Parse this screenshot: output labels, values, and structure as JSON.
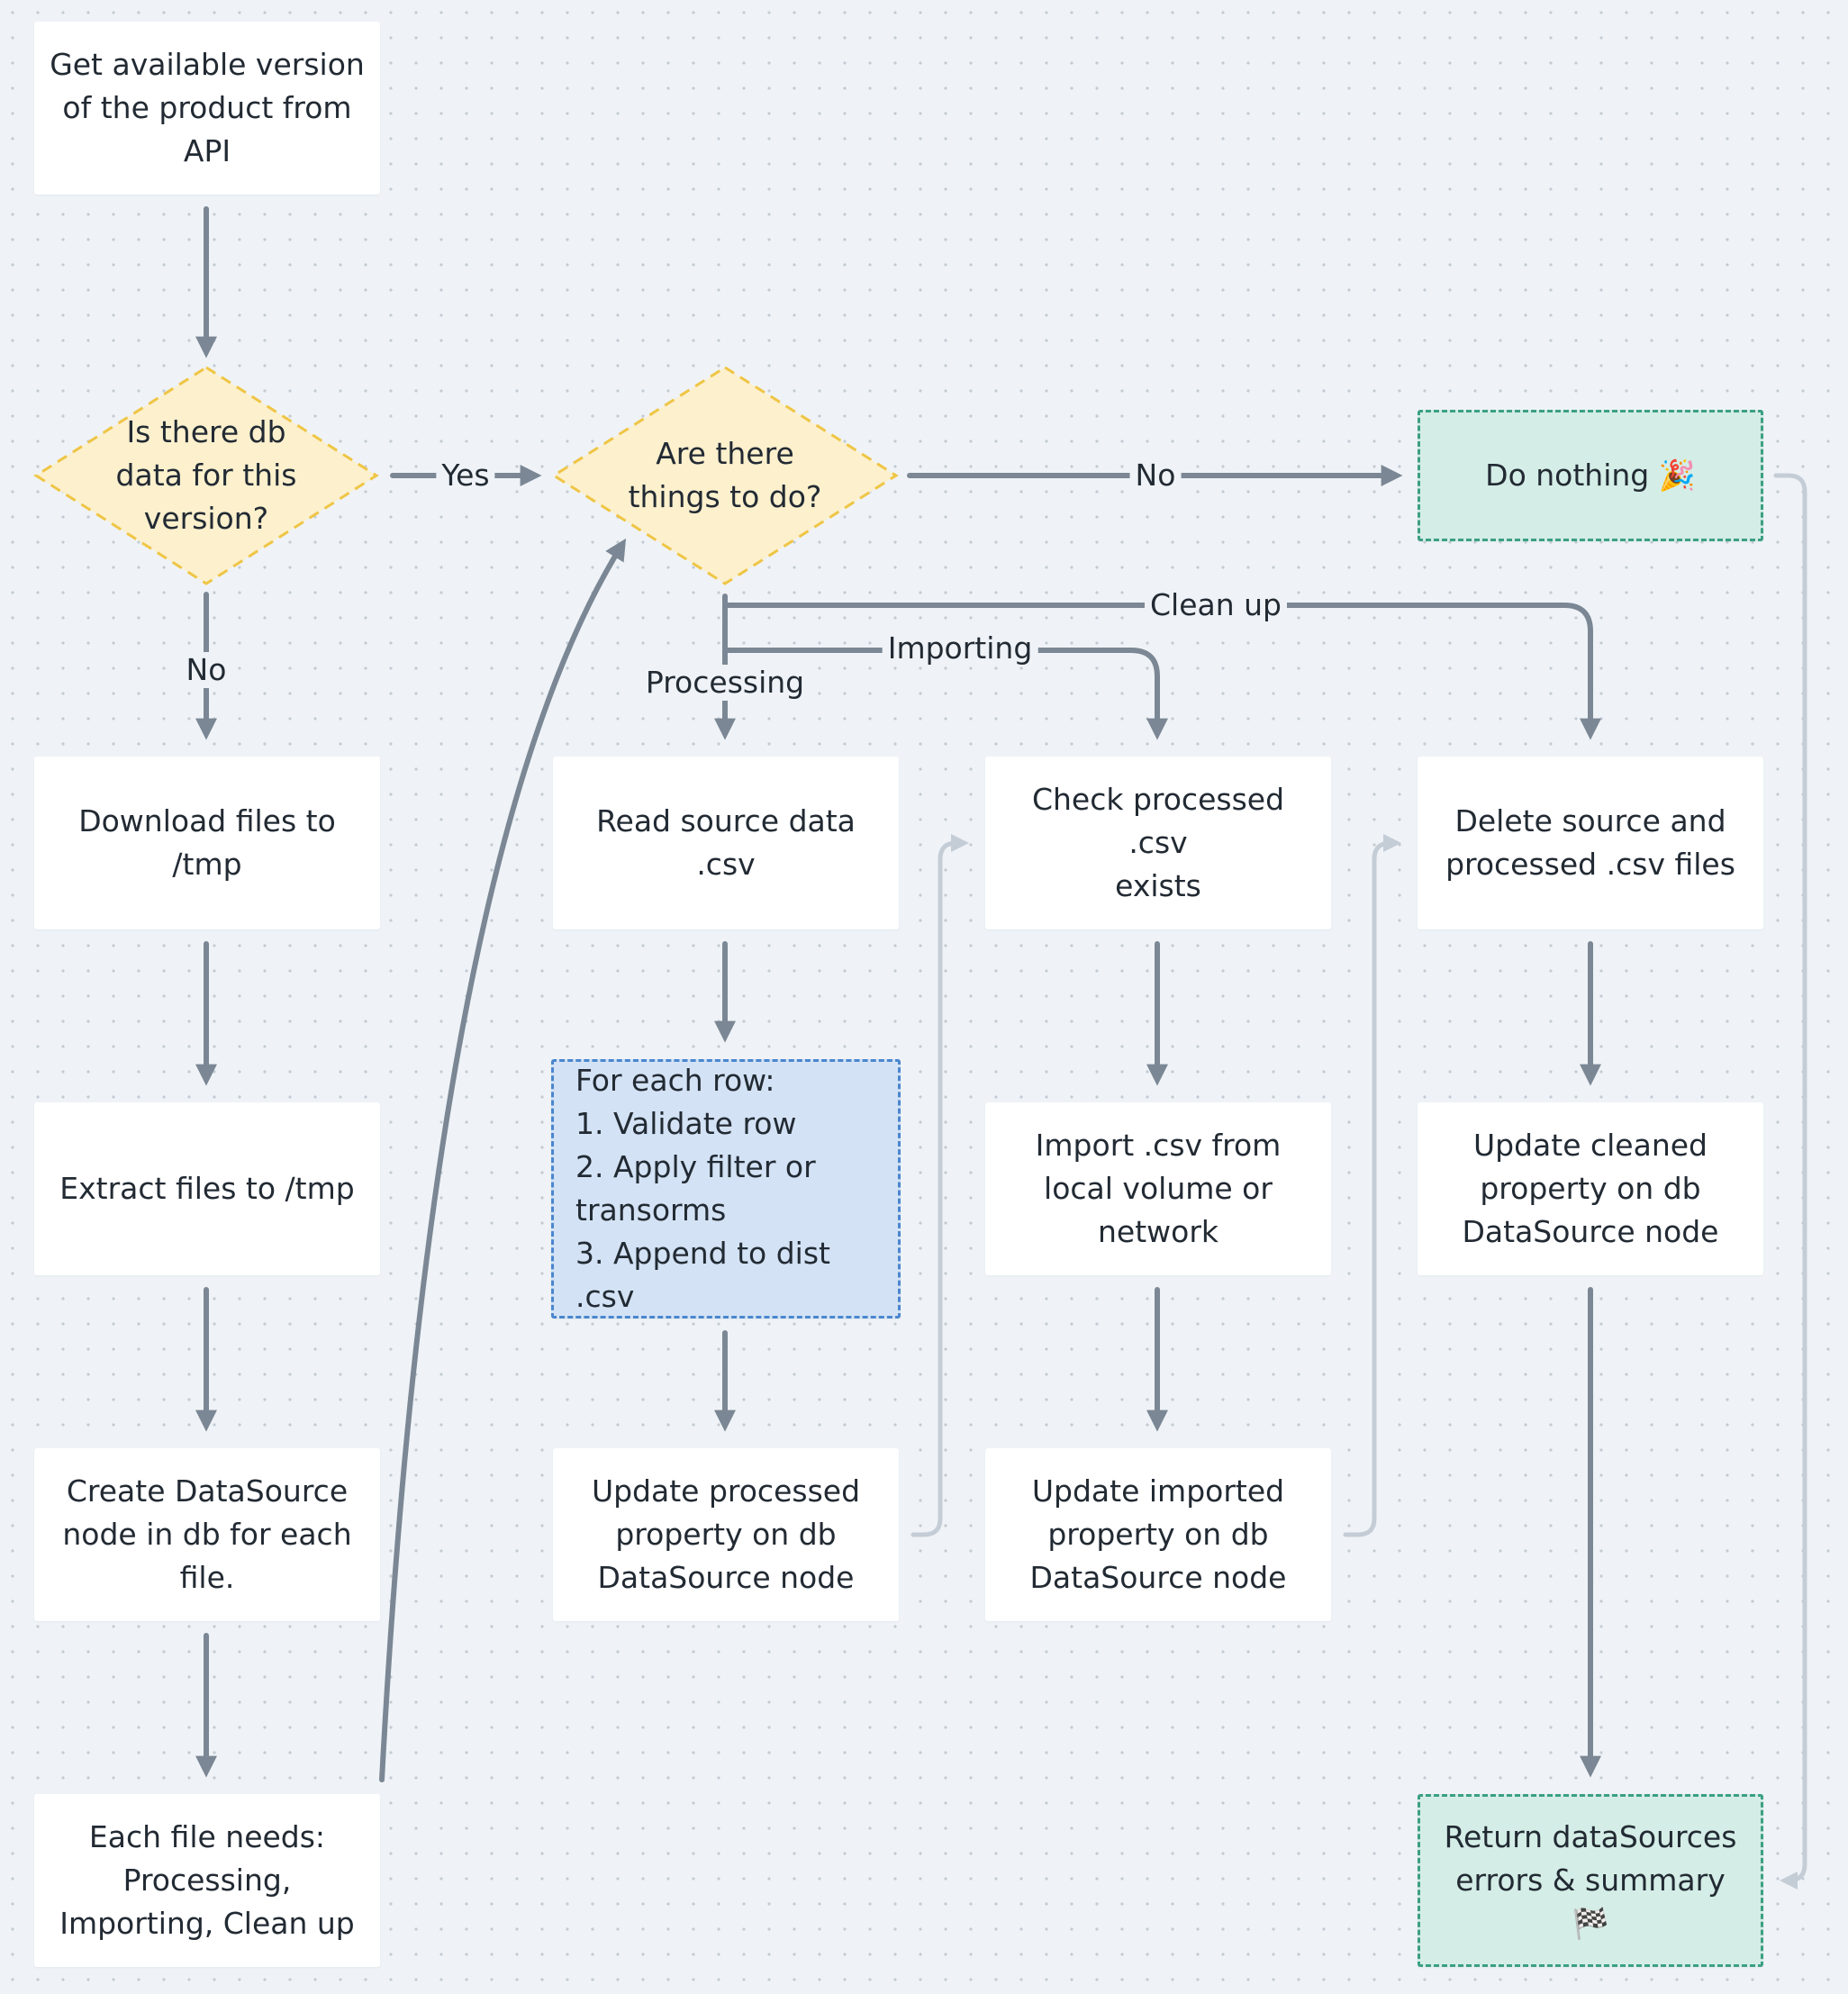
{
  "nodes": {
    "get_version": "Get available version\nof the product from\nAPI",
    "db_data_check": "Is there db\ndata for this\nversion?",
    "things_to_do": "Are there\nthings to do?",
    "do_nothing": "Do nothing 🎉",
    "download": "Download files to\n/tmp",
    "extract": "Extract files to /tmp",
    "create_datasource": "Create DataSource\nnode in db for each\nfile.",
    "each_file_needs": "Each file needs:\nProcessing,\nImporting, Clean up",
    "read_source": "Read source data\n.csv",
    "for_each_row": "For each row:\n1. Validate row\n2. Apply filter or\ntransorms\n3. Append to dist .csv",
    "update_processed": "Update processed\nproperty on db\nDataSource node",
    "check_processed": "Check processed .csv\nexists",
    "import_csv": "Import .csv from\nlocal volume or\nnetwork",
    "update_imported": "Update imported\nproperty on db\nDataSource node",
    "delete_files": "Delete source and\nprocessed .csv files",
    "update_cleaned": "Update cleaned\nproperty on db\nDataSource node",
    "return_summary": "Return dataSources\nerrors & summary\n🏁"
  },
  "edge_labels": {
    "yes": "Yes",
    "no_right": "No",
    "no_down": "No",
    "clean_up": "Clean up",
    "importing": "Importing",
    "processing": "Processing"
  },
  "colors": {
    "edge": "#7b8794",
    "edge_light": "#c4ccd6",
    "decision_fill": "#fcf0cd",
    "decision_stroke": "#efc545",
    "terminal_fill": "#d4ede6",
    "terminal_stroke": "#3c9f84",
    "loop_fill": "#d3e2f4",
    "loop_stroke": "#4a86cf"
  }
}
